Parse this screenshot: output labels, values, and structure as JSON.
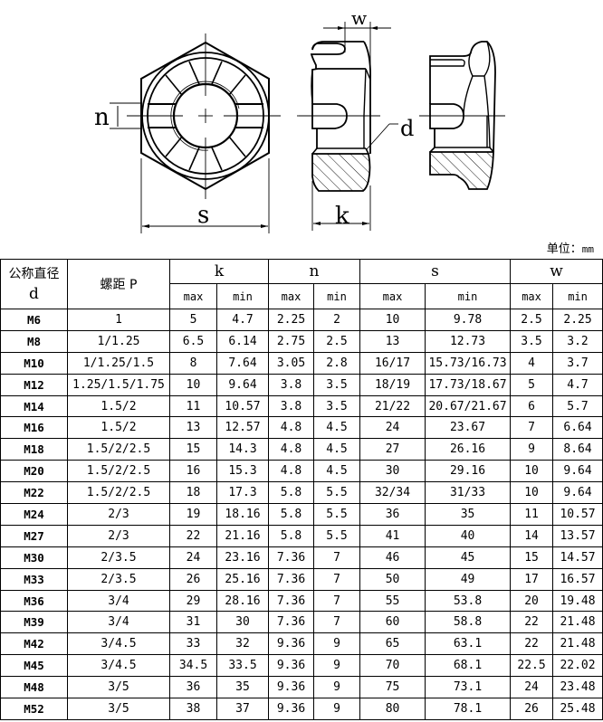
{
  "drawing": {
    "labels": {
      "n": "n",
      "s": "s",
      "w": "w",
      "d": "d",
      "k": "k"
    }
  },
  "unit_label": "单位：",
  "unit_value": "mm",
  "table": {
    "header": {
      "d_label_line1": "公称直径",
      "d_label_line2": "d",
      "pitch_label": "螺距 P",
      "groups": [
        "k",
        "n",
        "s",
        "w"
      ],
      "max_label": "max",
      "min_label": "min"
    },
    "columns": [
      "d",
      "P",
      "k_max",
      "k_min",
      "n_max",
      "n_min",
      "s_max",
      "s_min",
      "w_max",
      "w_min"
    ],
    "rows": [
      [
        "M6",
        "1",
        "5",
        "4.7",
        "2.25",
        "2",
        "10",
        "9.78",
        "2.5",
        "2.25"
      ],
      [
        "M8",
        "1/1.25",
        "6.5",
        "6.14",
        "2.75",
        "2.5",
        "13",
        "12.73",
        "3.5",
        "3.2"
      ],
      [
        "M10",
        "1/1.25/1.5",
        "8",
        "7.64",
        "3.05",
        "2.8",
        "16/17",
        "15.73/16.73",
        "4",
        "3.7"
      ],
      [
        "M12",
        "1.25/1.5/1.75",
        "10",
        "9.64",
        "3.8",
        "3.5",
        "18/19",
        "17.73/18.67",
        "5",
        "4.7"
      ],
      [
        "M14",
        "1.5/2",
        "11",
        "10.57",
        "3.8",
        "3.5",
        "21/22",
        "20.67/21.67",
        "6",
        "5.7"
      ],
      [
        "M16",
        "1.5/2",
        "13",
        "12.57",
        "4.8",
        "4.5",
        "24",
        "23.67",
        "7",
        "6.64"
      ],
      [
        "M18",
        "1.5/2/2.5",
        "15",
        "14.3",
        "4.8",
        "4.5",
        "27",
        "26.16",
        "9",
        "8.64"
      ],
      [
        "M20",
        "1.5/2/2.5",
        "16",
        "15.3",
        "4.8",
        "4.5",
        "30",
        "29.16",
        "10",
        "9.64"
      ],
      [
        "M22",
        "1.5/2/2.5",
        "18",
        "17.3",
        "5.8",
        "5.5",
        "32/34",
        "31/33",
        "10",
        "9.64"
      ],
      [
        "M24",
        "2/3",
        "19",
        "18.16",
        "5.8",
        "5.5",
        "36",
        "35",
        "11",
        "10.57"
      ],
      [
        "M27",
        "2/3",
        "22",
        "21.16",
        "5.8",
        "5.5",
        "41",
        "40",
        "14",
        "13.57"
      ],
      [
        "M30",
        "2/3.5",
        "24",
        "23.16",
        "7.36",
        "7",
        "46",
        "45",
        "15",
        "14.57"
      ],
      [
        "M33",
        "2/3.5",
        "26",
        "25.16",
        "7.36",
        "7",
        "50",
        "49",
        "17",
        "16.57"
      ],
      [
        "M36",
        "3/4",
        "29",
        "28.16",
        "7.36",
        "7",
        "55",
        "53.8",
        "20",
        "19.48"
      ],
      [
        "M39",
        "3/4",
        "31",
        "30",
        "7.36",
        "7",
        "60",
        "58.8",
        "22",
        "21.48"
      ],
      [
        "M42",
        "3/4.5",
        "33",
        "32",
        "9.36",
        "9",
        "65",
        "63.1",
        "22",
        "21.48"
      ],
      [
        "M45",
        "3/4.5",
        "34.5",
        "33.5",
        "9.36",
        "9",
        "70",
        "68.1",
        "22.5",
        "22.02"
      ],
      [
        "M48",
        "3/5",
        "36",
        "35",
        "9.36",
        "9",
        "75",
        "73.1",
        "24",
        "23.48"
      ],
      [
        "M52",
        "3/5",
        "38",
        "37",
        "9.36",
        "9",
        "80",
        "78.1",
        "26",
        "25.48"
      ]
    ]
  }
}
